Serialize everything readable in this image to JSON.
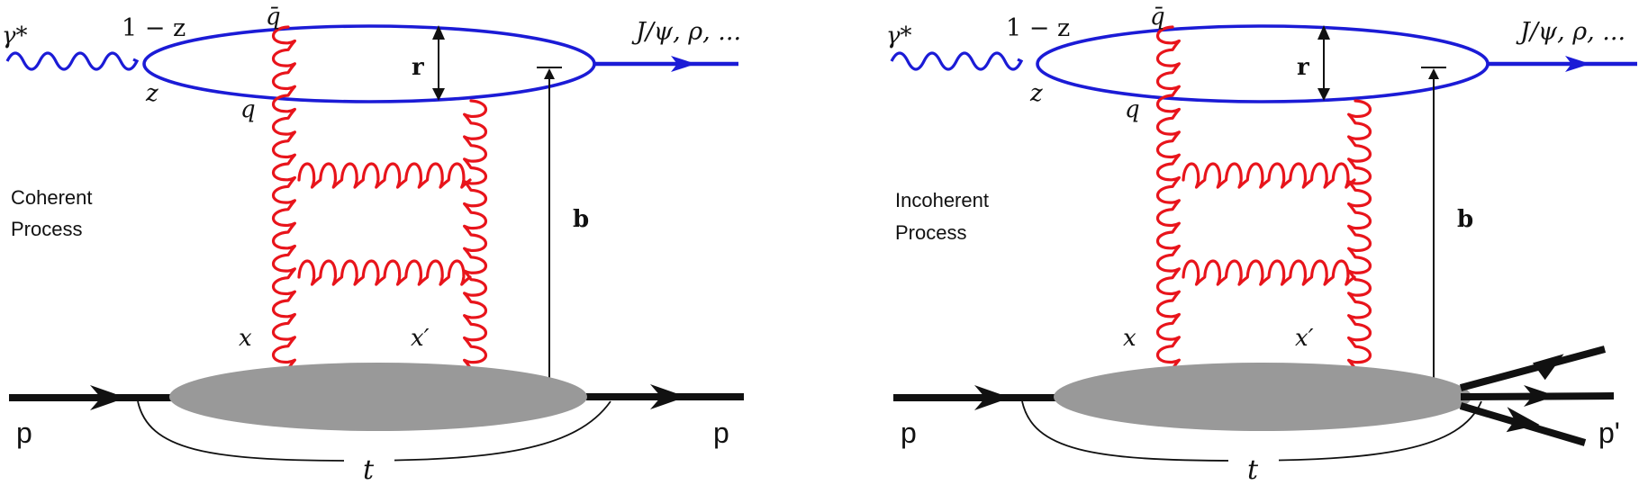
{
  "panels": [
    {
      "id": "left",
      "process_label_1": "Coherent",
      "process_label_2": "Process",
      "photon_label": "γ*",
      "one_minus_z": "1 − z",
      "z": "z",
      "qbar": "q̄",
      "q": "q",
      "r": "r",
      "b": "b",
      "x": "x",
      "x_prime": "x′",
      "mesons": "J/ψ, ρ, ...",
      "p_in": "p",
      "p_out": "p",
      "t": "t"
    },
    {
      "id": "right",
      "process_label_1": "Incoherent",
      "process_label_2": "Process",
      "photon_label": "γ*",
      "one_minus_z": "1 − z",
      "z": "z",
      "qbar": "q̄",
      "q": "q",
      "r": "r",
      "b": "b",
      "x": "x",
      "x_prime": "x′",
      "mesons": "J/ψ, ρ, ...",
      "p_in": "p",
      "p_out": "p'",
      "t": "t"
    }
  ],
  "colors": {
    "gluon": "#e8141b",
    "dipole": "#1b1bd6",
    "target": "#999999",
    "line": "#111111"
  }
}
